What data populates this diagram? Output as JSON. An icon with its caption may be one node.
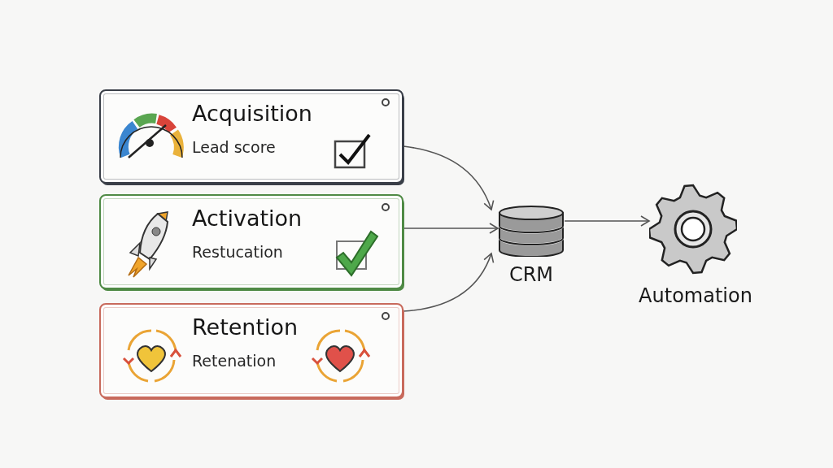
{
  "diagram": {
    "nodes": [
      {
        "text": [
          "Acquisition",
          "Lead score"
        ]
      },
      {
        "text": [
          "Activation",
          "Restucation"
        ]
      },
      {
        "text": [
          "Retention",
          "Retenation"
        ]
      },
      {
        "text": [],
        "shape": "cylinder",
        "beside": [
          "CRM"
        ]
      },
      {
        "text": [],
        "shape": "gear",
        "beside": [
          "Automation"
        ]
      }
    ],
    "edges": [
      {
        "from": 0,
        "to": 3,
        "arrow": "to"
      },
      {
        "from": 1,
        "to": 3,
        "arrow": "to"
      },
      {
        "from": 2,
        "to": 3,
        "arrow": "to"
      },
      {
        "from": 3,
        "to": 4,
        "arrow": "to"
      }
    ]
  }
}
